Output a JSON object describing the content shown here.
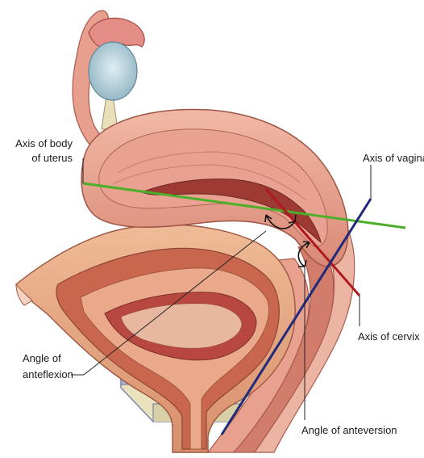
{
  "labels": {
    "body_axis_line1": "Axis of body",
    "body_axis_line2": "of uterus",
    "vagina_axis": "Axis of vagina",
    "cervix_axis": "Axis of cervix",
    "anteflexion_line1": "Angle of",
    "anteflexion_line2": "anteflexion",
    "anteversion": "Angle of anteversion"
  },
  "colors": {
    "body_axis": "#4caf2a",
    "cervix_axis": "#b0191e",
    "vagina_axis": "#1f2a7a",
    "uterus_wall": "#e8a38f",
    "uterus_muscle": "#d9806e",
    "cavity": "#b8483f",
    "bladder_outer": "#e2a07c",
    "bladder_inner": "#c9674e",
    "ovary": "#b9d4de",
    "bone": "#e9e2bd",
    "bone_edge": "#9aa0c0"
  }
}
